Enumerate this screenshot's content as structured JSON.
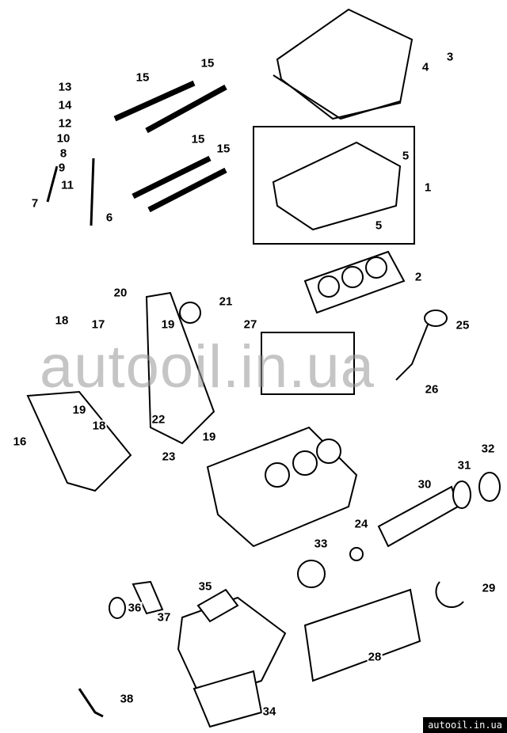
{
  "callouts": [
    "13",
    "14",
    "12",
    "10",
    "8",
    "9",
    "11",
    "7",
    "6",
    "15",
    "15",
    "15",
    "15",
    "3",
    "4",
    "5",
    "1",
    "5",
    "2",
    "20",
    "21",
    "18",
    "25",
    "17",
    "19",
    "19",
    "27",
    "26",
    "18",
    "22",
    "16",
    "19",
    "23",
    "32",
    "31",
    "30",
    "24",
    "33",
    "29",
    "35",
    "36",
    "37",
    "28",
    "38",
    "34"
  ],
  "watermark": "autooil.in.ua",
  "corner_tag": "autooil.in.ua",
  "colors": {
    "line": "#000000",
    "watermark": "#969696"
  }
}
